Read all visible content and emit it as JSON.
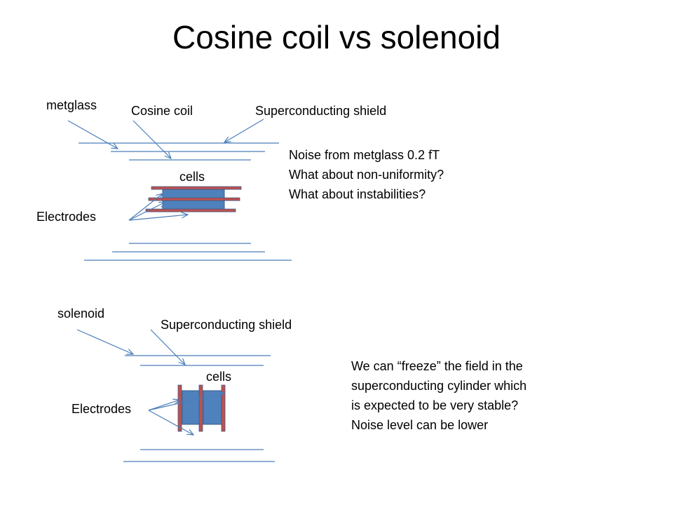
{
  "title": "Cosine coil vs solenoid",
  "top_diagram": {
    "labels": {
      "metglass": "metglass",
      "cosine_coil": "Cosine coil",
      "superconducting_shield": "Superconducting shield",
      "cells": "cells",
      "electrodes": "Electrodes"
    },
    "notes": [
      "Noise from metglass 0.2 fT",
      "What about non-uniformity?",
      "What about instabilities?"
    ]
  },
  "bottom_diagram": {
    "labels": {
      "solenoid": "solenoid",
      "superconducting_shield": "Superconducting shield",
      "cells": "cells",
      "electrodes": "Electrodes"
    },
    "notes": [
      "We can “freeze” the field in the",
      "superconducting cylinder which",
      "is expected to be very stable?",
      "Noise level can be lower"
    ]
  },
  "colors": {
    "line": "#4a7ebb",
    "cell_fill": "#4f81bd",
    "cell_stroke": "#385d8a",
    "electrode": "#c0504d"
  }
}
